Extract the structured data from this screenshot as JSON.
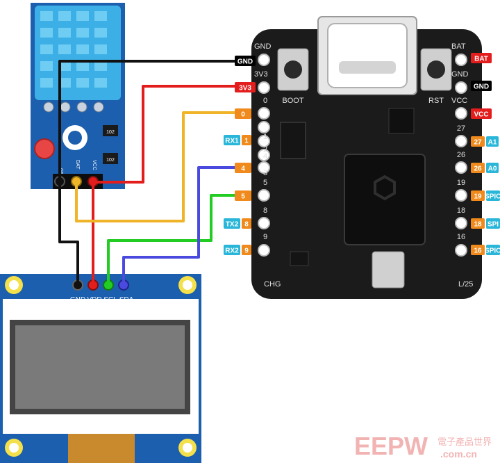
{
  "sensor": {
    "pin_labels": [
      "GND",
      "DAT",
      "VCC"
    ],
    "chip_marks": [
      "102",
      "102"
    ]
  },
  "board": {
    "left_pins": [
      "GND",
      "3V3",
      "0",
      "1",
      "2",
      "3",
      "4",
      "5",
      "8",
      "9"
    ],
    "right_pins": [
      "BAT",
      "GND",
      "VCC",
      "27",
      "26",
      "19",
      "18",
      "16"
    ],
    "buttons": [
      "BOOT",
      "RST"
    ],
    "bottom_left": "CHG",
    "bottom_right": "L/25"
  },
  "left_tags": [
    {
      "text": "GND",
      "color": "#000000"
    },
    {
      "text": "3V3",
      "color": "#e31c1c"
    },
    {
      "text": "0",
      "color": "#f08a1c"
    },
    {
      "text": "RX1",
      "color": "#29b6d9"
    },
    {
      "text": "1",
      "color": "#f08a1c"
    },
    {
      "text": "4",
      "color": "#f08a1c"
    },
    {
      "text": "5",
      "color": "#f08a1c"
    },
    {
      "text": "TX2",
      "color": "#29b6d9"
    },
    {
      "text": "8",
      "color": "#f08a1c"
    },
    {
      "text": "RX2",
      "color": "#29b6d9"
    },
    {
      "text": "9",
      "color": "#f08a1c"
    }
  ],
  "right_tags": [
    {
      "text": "BAT",
      "color": "#e31c1c"
    },
    {
      "text": "GND",
      "color": "#000000"
    },
    {
      "text": "VCC",
      "color": "#e31c1c"
    },
    {
      "text": "27",
      "color": "#f08a1c"
    },
    {
      "text": "A1",
      "color": "#29b6d9"
    },
    {
      "text": "26",
      "color": "#f08a1c"
    },
    {
      "text": "A0",
      "color": "#29b6d9"
    },
    {
      "text": "19",
      "color": "#f08a1c"
    },
    {
      "text": "SPIO",
      "color": "#29b6d9"
    },
    {
      "text": "18",
      "color": "#f08a1c"
    },
    {
      "text": "SPI",
      "color": "#29b6d9"
    },
    {
      "text": "16",
      "color": "#f08a1c"
    },
    {
      "text": "SPIO",
      "color": "#29b6d9"
    }
  ],
  "oled": {
    "pin_labels": [
      "GND",
      "VDD",
      "SCL",
      "SDA"
    ]
  },
  "wires": {
    "gnd": "#111111",
    "power": "#e31c1c",
    "data": "#f0b429",
    "scl": "#22cc22",
    "sda": "#4a4adf"
  },
  "watermark": {
    "brand": "EEPW",
    "cn": "電子產品世界",
    "domain": ".com.cn"
  }
}
